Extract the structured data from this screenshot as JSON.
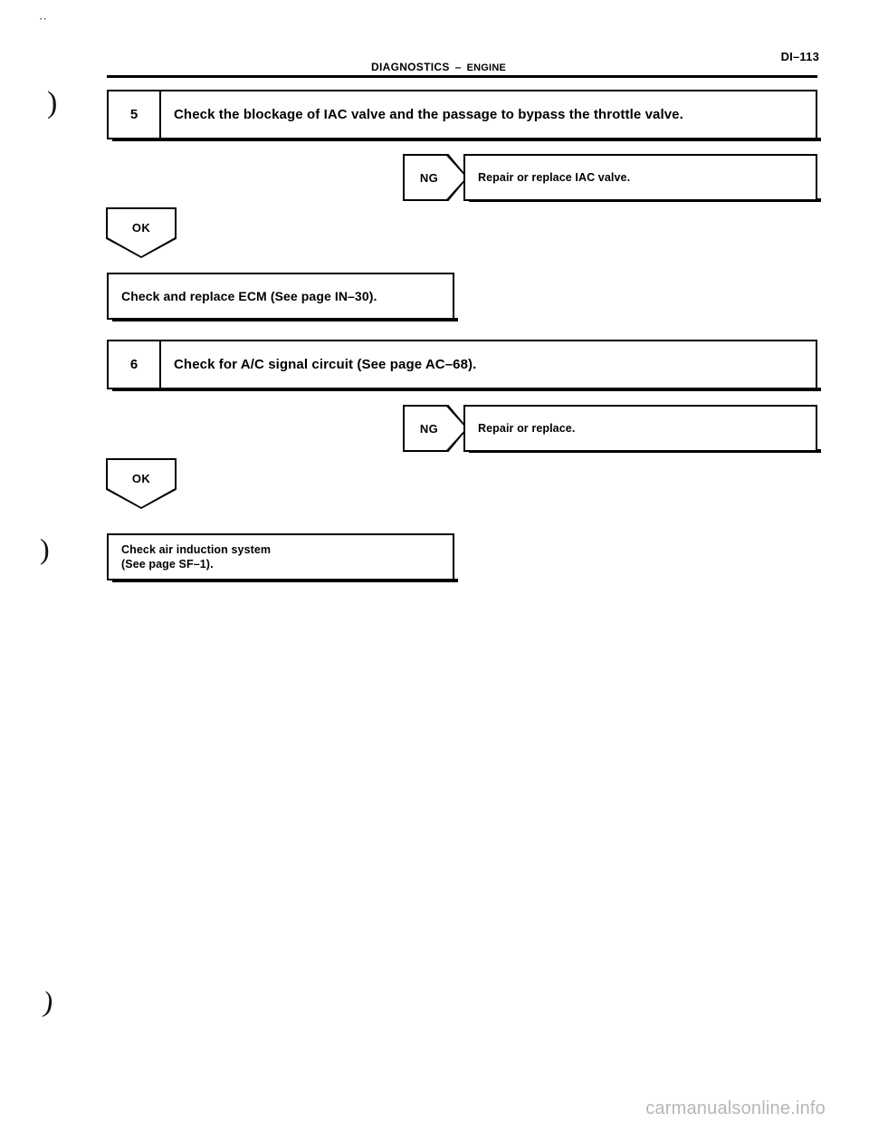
{
  "header": {
    "section": "DIAGNOSTICS",
    "separator": "–",
    "subsection": "ENGINE",
    "page_label": "DI–113"
  },
  "flow": {
    "steps": [
      {
        "number": "5",
        "text": "Check the blockage of IAC valve and the passage to bypass the throttle valve.",
        "branch_label": "NG",
        "branch_text": "Repair or replace IAC valve.",
        "pass_label": "OK",
        "pass_text": "Check and replace ECM (See page IN–30)."
      },
      {
        "number": "6",
        "text": "Check for A/C signal circuit (See page AC–68).",
        "branch_label": "NG",
        "branch_text": "Repair or replace.",
        "pass_label": "OK",
        "pass_text_line1": "Check air induction system",
        "pass_text_line2": "(See page SF–1)."
      }
    ]
  },
  "artifacts": {
    "paren_1": ")",
    "paren_2": ")",
    "paren_3": ")",
    "tick_top": "··"
  },
  "watermark": {
    "text": "carmanualsonline.info"
  },
  "colors": {
    "ink": "#000000",
    "paper": "#ffffff",
    "watermark": "#b6b6b6"
  }
}
